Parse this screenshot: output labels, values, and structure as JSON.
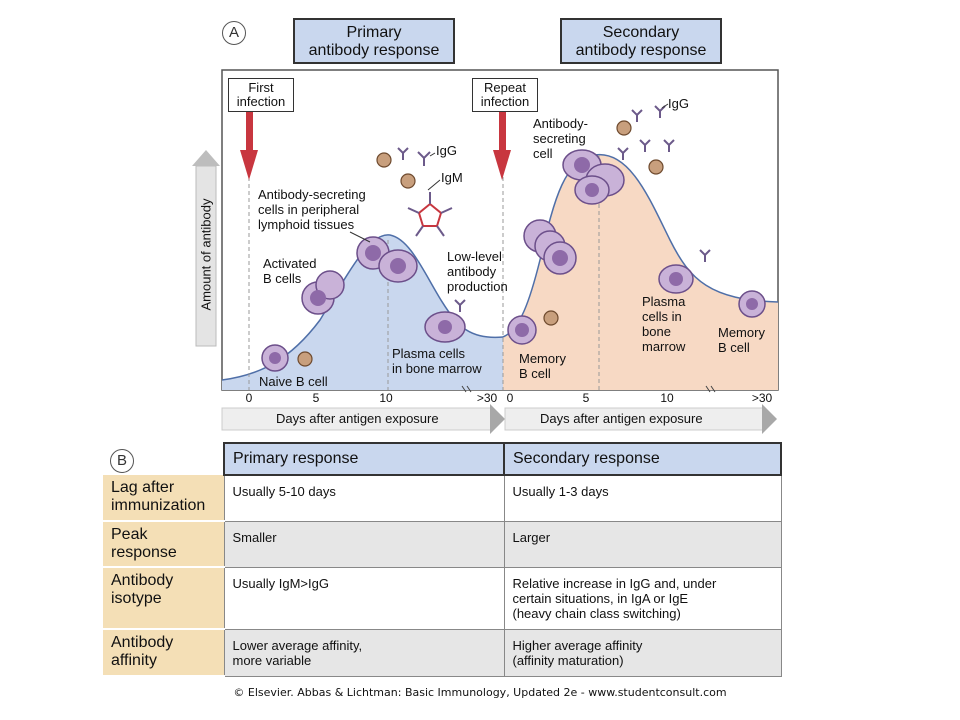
{
  "panel_a": {
    "letter": "A",
    "primary_header": [
      "Primary",
      "antibody response"
    ],
    "secondary_header": [
      "Secondary",
      "antibody response"
    ],
    "y_axis_label": "Amount of antibody",
    "first_infection": [
      "First",
      "infection"
    ],
    "repeat_infection": [
      "Repeat",
      "infection"
    ],
    "labels": {
      "igg_primary": "IgG",
      "igm_primary": "IgM",
      "igg_secondary": "IgG",
      "asc_peripheral": [
        "Antibody-secreting",
        "cells in peripheral",
        "lymphoid tissues"
      ],
      "activated_b": [
        "Activated",
        "B cells"
      ],
      "low_level": [
        "Low-level",
        "antibody",
        "production"
      ],
      "plasma_primary": [
        "Plasma cells",
        "in bone marrow"
      ],
      "naive_b": "Naive B cell",
      "asc_secondary": [
        "Antibody-",
        "secreting",
        "cell"
      ],
      "memory_left": [
        "Memory",
        "B cell"
      ],
      "plasma_secondary": [
        "Plasma",
        "cells in",
        "bone",
        "marrow"
      ],
      "memory_right": [
        "Memory",
        "B cell"
      ]
    },
    "ticks_primary": [
      "0",
      "5",
      "10",
      ">30"
    ],
    "ticks_secondary": [
      "0",
      "5",
      "10",
      ">30"
    ],
    "x_axis_label_primary": "Days after antigen exposure",
    "x_axis_label_secondary": "Days after antigen exposure"
  },
  "panel_b": {
    "letter": "B",
    "col_headers": [
      "Primary response",
      "Secondary response"
    ],
    "rows": [
      {
        "label": [
          "Lag after",
          "immunization"
        ],
        "primary": [
          "Usually 5-10 days"
        ],
        "secondary": [
          "Usually 1-3 days"
        ]
      },
      {
        "label": [
          "Peak",
          "response"
        ],
        "primary": [
          "Smaller"
        ],
        "secondary": [
          "Larger"
        ]
      },
      {
        "label": [
          "Antibody",
          "isotype"
        ],
        "primary": [
          "Usually IgM>IgG"
        ],
        "secondary": [
          "Relative increase in IgG and, under",
          "certain situations, in IgA or IgE",
          "(heavy chain class switching)"
        ]
      },
      {
        "label": [
          "Antibody",
          "affinity"
        ],
        "primary": [
          "Lower average affinity,",
          "more variable"
        ],
        "secondary": [
          "Higher average affinity",
          "(affinity maturation)"
        ]
      }
    ]
  },
  "footer": "© Elsevier. Abbas & Lichtman: Basic Immunology, Updated 2e - www.studentconsult.com",
  "colors": {
    "primary_fill": "#c9d7ee",
    "secondary_fill": "#f7d9c4",
    "row_label_fill": "#f4dfb6",
    "infection_arrow": "#c8363f",
    "cell_fill": "#c9b2d8"
  }
}
